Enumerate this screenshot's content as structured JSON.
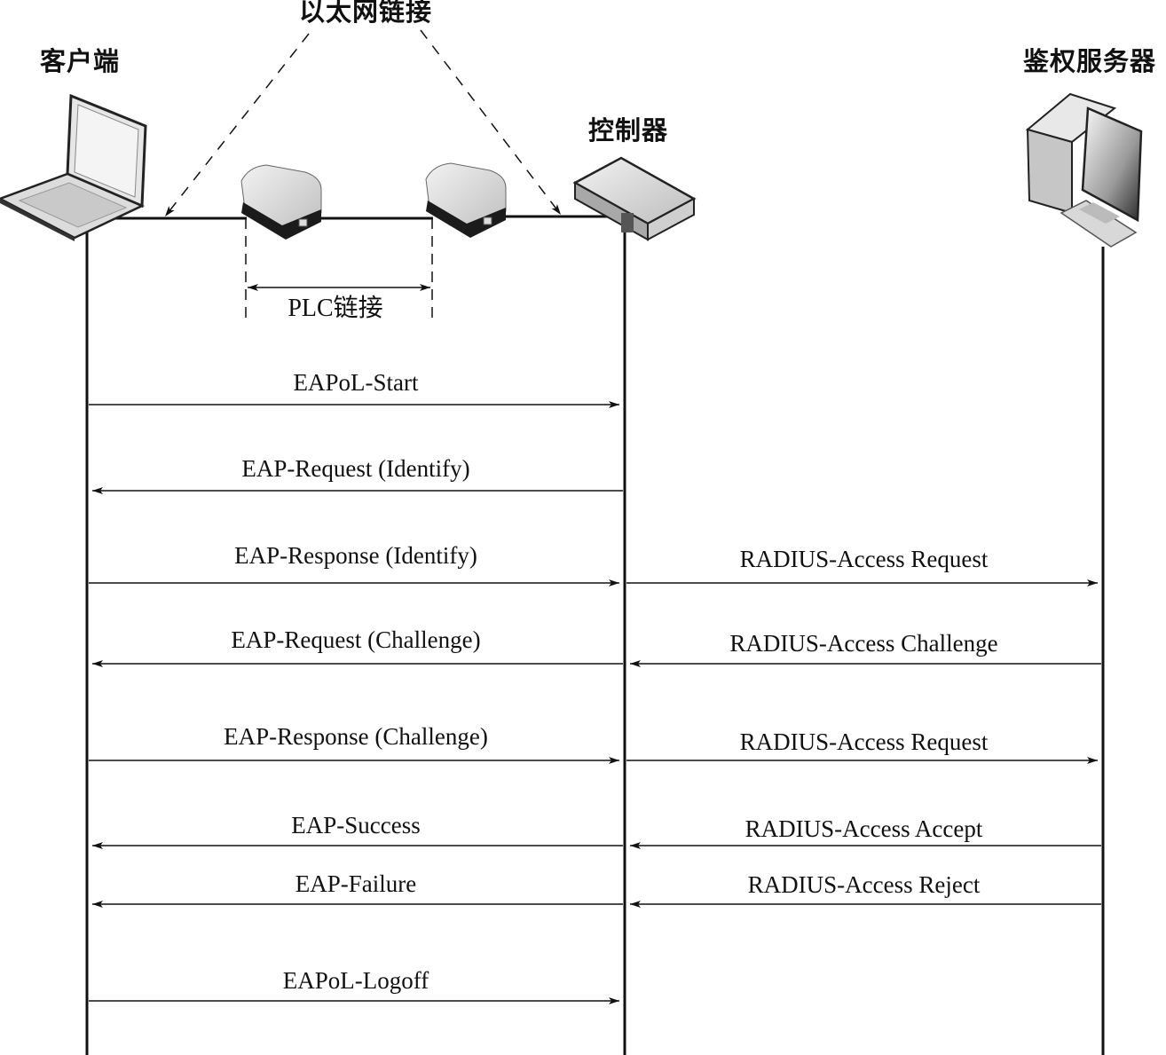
{
  "title": "EAPoL / RADIUS authentication sequence over PLC link",
  "entities": {
    "client": {
      "label": "客户端",
      "icon": "laptop-icon"
    },
    "controller": {
      "label": "控制器",
      "icon": "controller-box-icon"
    },
    "auth_server": {
      "label": "鉴权服务器",
      "icon": "desktop-server-icon"
    },
    "plc_adapter_1": {
      "icon": "plc-adapter-icon"
    },
    "plc_adapter_2": {
      "icon": "plc-adapter-icon"
    }
  },
  "annotations": {
    "ethernet_link": "以太网链接",
    "plc_link": "PLC链接"
  },
  "messages": [
    {
      "from": "client",
      "to": "controller",
      "label": "EAPoL-Start"
    },
    {
      "from": "controller",
      "to": "client",
      "label": "EAP-Request (Identify)"
    },
    {
      "from": "client",
      "to": "controller",
      "label": "EAP-Response (Identify)"
    },
    {
      "from": "controller",
      "to": "auth_server",
      "label": "RADIUS-Access Request"
    },
    {
      "from": "controller",
      "to": "client",
      "label": "EAP-Request (Challenge)"
    },
    {
      "from": "auth_server",
      "to": "controller",
      "label": "RADIUS-Access Challenge"
    },
    {
      "from": "client",
      "to": "controller",
      "label": "EAP-Response (Challenge)"
    },
    {
      "from": "controller",
      "to": "auth_server",
      "label": "RADIUS-Access Request"
    },
    {
      "from": "controller",
      "to": "client",
      "label": "EAP-Success"
    },
    {
      "from": "auth_server",
      "to": "controller",
      "label": "RADIUS-Access Accept"
    },
    {
      "from": "controller",
      "to": "client",
      "label": "EAP-Failure"
    },
    {
      "from": "auth_server",
      "to": "controller",
      "label": "RADIUS-Access Reject"
    },
    {
      "from": "client",
      "to": "controller",
      "label": "EAPoL-Logoff"
    }
  ]
}
